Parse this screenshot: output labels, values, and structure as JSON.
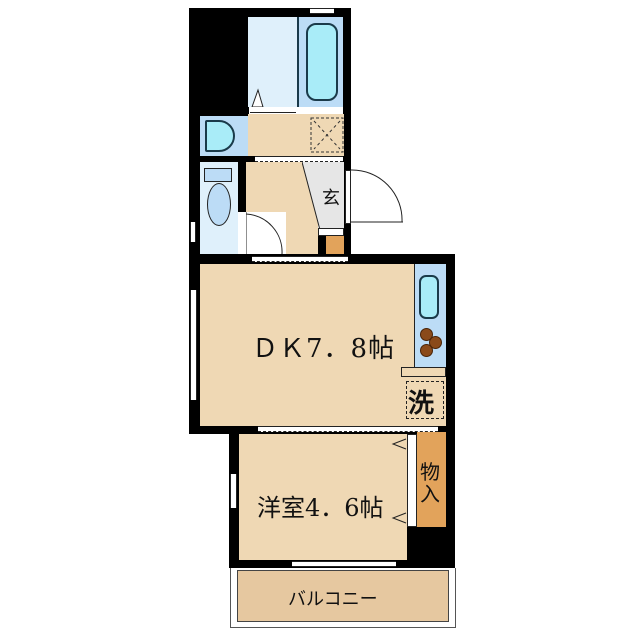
{
  "floorplan": {
    "rooms": {
      "dk": {
        "label": "ＤＫ7．8帖",
        "type": "dining-kitchen",
        "size_jo": 7.8
      },
      "western": {
        "label": "洋室4．6帖",
        "type": "western-room",
        "size_jo": 4.6
      },
      "entrance": {
        "label": "玄",
        "type": "entrance"
      },
      "storage": {
        "label": "物入",
        "label_line1": "物",
        "label_line2": "入",
        "type": "closet"
      },
      "laundry": {
        "label": "洗",
        "type": "washing-machine-space"
      },
      "balcony": {
        "label": "バルコニー",
        "type": "balcony"
      },
      "bathroom": {
        "label": "",
        "type": "bathroom"
      },
      "washroom": {
        "label": "",
        "type": "washroom"
      },
      "toilet": {
        "label": "",
        "type": "toilet"
      }
    },
    "colors": {
      "wall": "#000000",
      "floor": "#efd8b4",
      "wet_area": "#dff0fb",
      "fixture": "#a9ecf8",
      "storage": "#e2a35b",
      "entrance": "#e6e6e6",
      "balcony": "#e6c8a0"
    }
  }
}
